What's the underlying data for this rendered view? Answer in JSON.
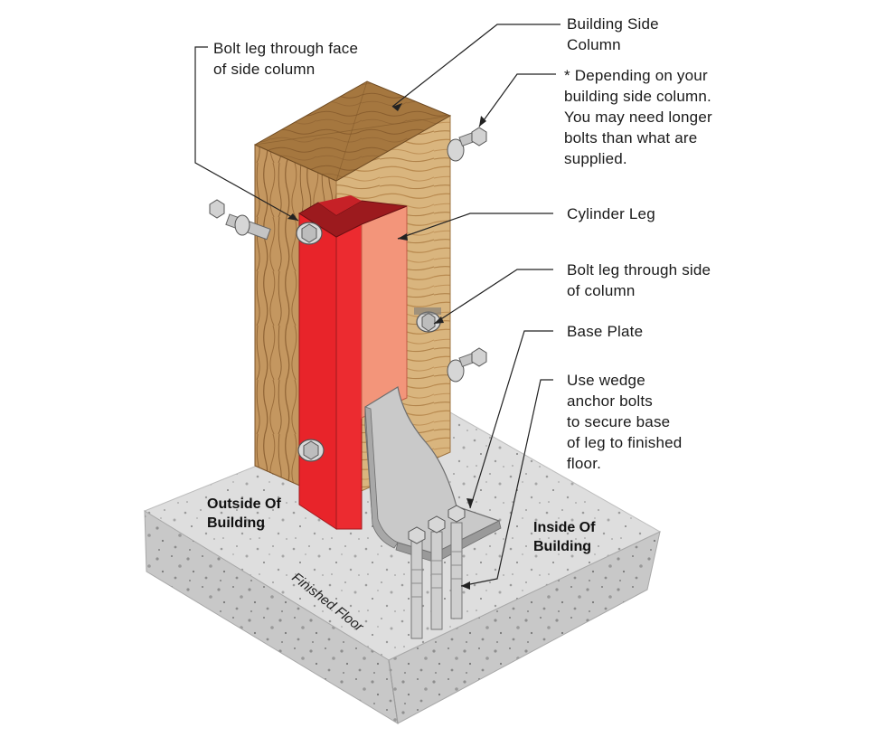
{
  "labels": {
    "building_side_column": "Building Side\nColumn",
    "bolt_leg_face": "Bolt leg through face\nof side column",
    "depending_note": "* Depending on your\nbuilding side column.\nYou may need longer\nbolts than what are\nsupplied.",
    "cylinder_leg": "Cylinder Leg",
    "bolt_leg_side": "Bolt leg through side\nof column",
    "base_plate": "Base Plate",
    "wedge_anchor": "Use wedge\nanchor bolts\nto secure base\nof leg to finished\nfloor.",
    "outside_building": "Outside Of\nBuilding",
    "inside_building": "Inside Of\nBuilding",
    "finished_floor": "Finished Floor"
  },
  "colors": {
    "wood_top": "#a5773f",
    "wood_front": "#d9b57e",
    "wood_side": "#caa26b",
    "leg_red": "#e8242a",
    "leg_salmon": "#f3957a",
    "leg_dark": "#9c1a1e",
    "concrete": "#d8d8d8",
    "steel": "#c9c9c9"
  }
}
